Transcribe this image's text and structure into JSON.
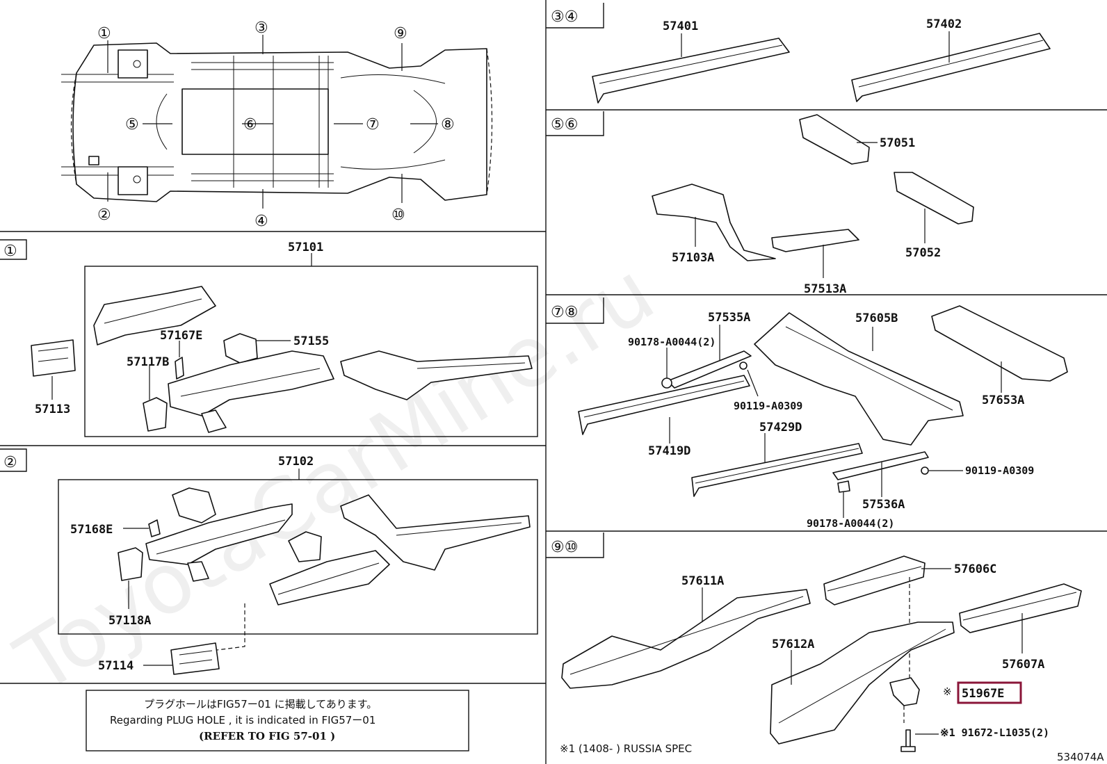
{
  "sections": {
    "s1": "①",
    "s2": "②",
    "s34": "③④",
    "s56": "⑤⑥",
    "s78": "⑦⑧",
    "s910": "⑨⑩"
  },
  "overview": {
    "c1": "①",
    "c2": "②",
    "c3": "③",
    "c4": "④",
    "c5": "⑤",
    "c6": "⑥",
    "c7": "⑦",
    "c8": "⑧",
    "c9": "⑨",
    "c10": "⑩"
  },
  "parts": {
    "p57101": "57101",
    "p57113": "57113",
    "p57167E": "57167E",
    "p57117B": "57117B",
    "p57155": "57155",
    "p57102": "57102",
    "p57168E": "57168E",
    "p57118A": "57118A",
    "p57114": "57114",
    "p57401": "57401",
    "p57402": "57402",
    "p57051": "57051",
    "p57103A": "57103A",
    "p57052": "57052",
    "p57513A": "57513A",
    "p57535A": "57535A",
    "p57605B": "57605B",
    "p90178a": "90178-A0044(2)",
    "p90119a": "90119-A0309",
    "p57653A": "57653A",
    "p57419D": "57419D",
    "p57429D": "57429D",
    "p90119b": "90119-A0309",
    "p57536A": "57536A",
    "p90178b": "90178-A0044(2)",
    "p57611A": "57611A",
    "p57606C": "57606C",
    "p57612A": "57612A",
    "p57607A": "57607A",
    "p51967E": "51967E",
    "mark1": "※",
    "p91672": "※1 91672-L1035(2)"
  },
  "note": {
    "line1": "プラグホールはFIG57ー01 に掲載してあります。",
    "line2": "Regarding PLUG HOLE , it is indicated in FIG57ー01",
    "line3": "(REFER TO FIG 57-01 )"
  },
  "spec_note": "※1 (1408-        ) RUSSIA SPEC",
  "figure_id": "534074A",
  "watermark": "ToyotaCarMine.ru",
  "colors": {
    "highlight": "#8a1538",
    "ink": "#111111"
  }
}
